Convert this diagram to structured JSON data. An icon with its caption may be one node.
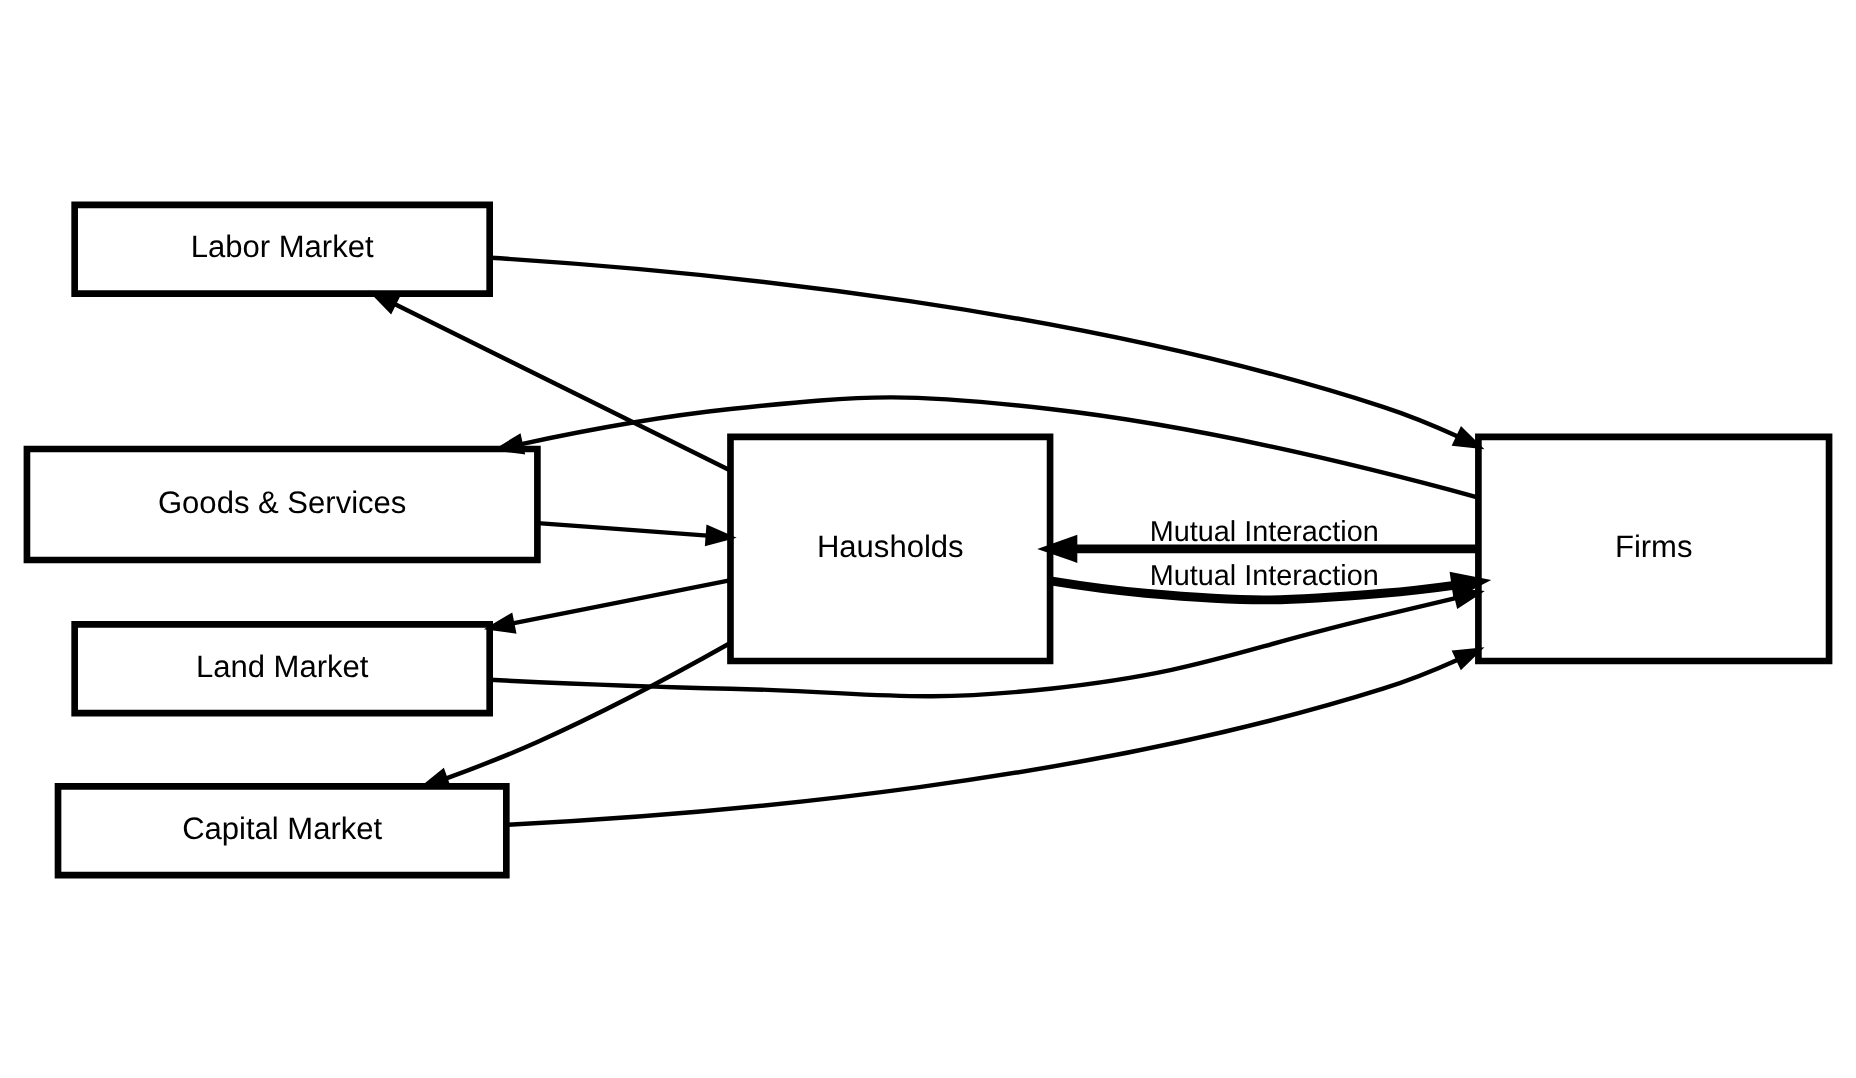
{
  "diagram": {
    "nodes": [
      {
        "text": [
          "Goods & Services"
        ]
      },
      {
        "text": [
          "Firms"
        ]
      },
      {
        "text": [
          "Hausholds"
        ]
      },
      {
        "text": [
          "Labor Market"
        ]
      },
      {
        "text": [
          "Capital Market"
        ]
      },
      {
        "text": [
          "Land Market"
        ]
      }
    ],
    "edges": [
      {
        "from": 1,
        "to": 0,
        "arrow": "to"
      },
      {
        "from": 0,
        "to": 2,
        "arrow": "to"
      },
      {
        "from": 1,
        "to": 2,
        "arrow": "to",
        "label": "Mutual Interaction",
        "style": "thick"
      },
      {
        "from": 2,
        "to": 1,
        "arrow": "to",
        "label": "Mutual Interaction",
        "style": "thick"
      },
      {
        "from": 2,
        "to": 3,
        "arrow": "to"
      },
      {
        "from": 2,
        "to": 4,
        "arrow": "to"
      },
      {
        "from": 2,
        "to": 5,
        "arrow": "to"
      },
      {
        "from": 3,
        "to": 1,
        "arrow": "to"
      },
      {
        "from": 4,
        "to": 1,
        "arrow": "to"
      },
      {
        "from": 5,
        "to": 1,
        "arrow": "to"
      }
    ]
  }
}
